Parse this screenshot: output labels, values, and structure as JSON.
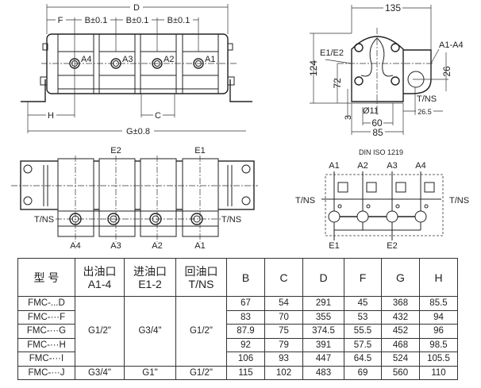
{
  "front_view": {
    "dim_D": "D",
    "dim_F": "F",
    "dim_B": [
      "B±0.1",
      "B±0.1",
      "B±0.1"
    ],
    "ports": [
      "A4",
      "A3",
      "A2",
      "A1"
    ],
    "dim_H": "H",
    "dim_C": "C",
    "dim_G": "G±0.8"
  },
  "side_view": {
    "dim_width": "135",
    "dim_height": "124",
    "dim_72": "72",
    "dim_26": "26",
    "dim_3": "3",
    "dim_hole": "Ø11",
    "dim_60": "60",
    "dim_85": "85",
    "dim_26_5": "26.5",
    "label_inlet": "E1/E2",
    "label_outlet": "A1-A4",
    "label_return": "T/NS"
  },
  "top_view": {
    "inlets": [
      "E2",
      "E1"
    ],
    "return_left": "T/NS",
    "return_right": "T/NS",
    "ports": [
      "A4",
      "A3",
      "A2",
      "A1"
    ]
  },
  "schematic": {
    "title": "DIN ISO 1219",
    "outlets": [
      "A1",
      "A2",
      "A3",
      "A4"
    ],
    "return_left": "T/NS",
    "return_right": "T/NS",
    "inlets": [
      "E1",
      "E2"
    ]
  },
  "table": {
    "headers": {
      "model": "型 号",
      "outlet": [
        "出油口",
        "A1-4"
      ],
      "inlet": [
        "进油口",
        "E1-2"
      ],
      "return": [
        "回油口",
        "T/NS"
      ],
      "dims": [
        "B",
        "C",
        "D",
        "F",
        "G",
        "H"
      ]
    },
    "rows": [
      {
        "model": "FMC-...D",
        "dims": [
          "67",
          "54",
          "291",
          "45",
          "368",
          "85.5"
        ]
      },
      {
        "model": "FMC-···F",
        "dims": [
          "83",
          "70",
          "355",
          "53",
          "432",
          "94"
        ]
      },
      {
        "model": "FMC-···G",
        "dims": [
          "87.9",
          "75",
          "374.5",
          "55.5",
          "452",
          "96"
        ]
      },
      {
        "model": "FMC-···H",
        "dims": [
          "92",
          "79",
          "391",
          "57.5",
          "468",
          "98.5"
        ]
      },
      {
        "model": "FMC-···I",
        "dims": [
          "106",
          "93",
          "447",
          "64.5",
          "524",
          "105.5"
        ]
      },
      {
        "model": "FMC-···J",
        "dims": [
          "115",
          "102",
          "483",
          "69",
          "560",
          "110"
        ]
      }
    ],
    "group_ports": {
      "outlet": "G1/2\"",
      "inlet": "G3/4\"",
      "return": "G1/2\""
    },
    "last_ports": {
      "outlet": "G3/4\"",
      "inlet": "G1\"",
      "return": "G1/2\""
    }
  }
}
